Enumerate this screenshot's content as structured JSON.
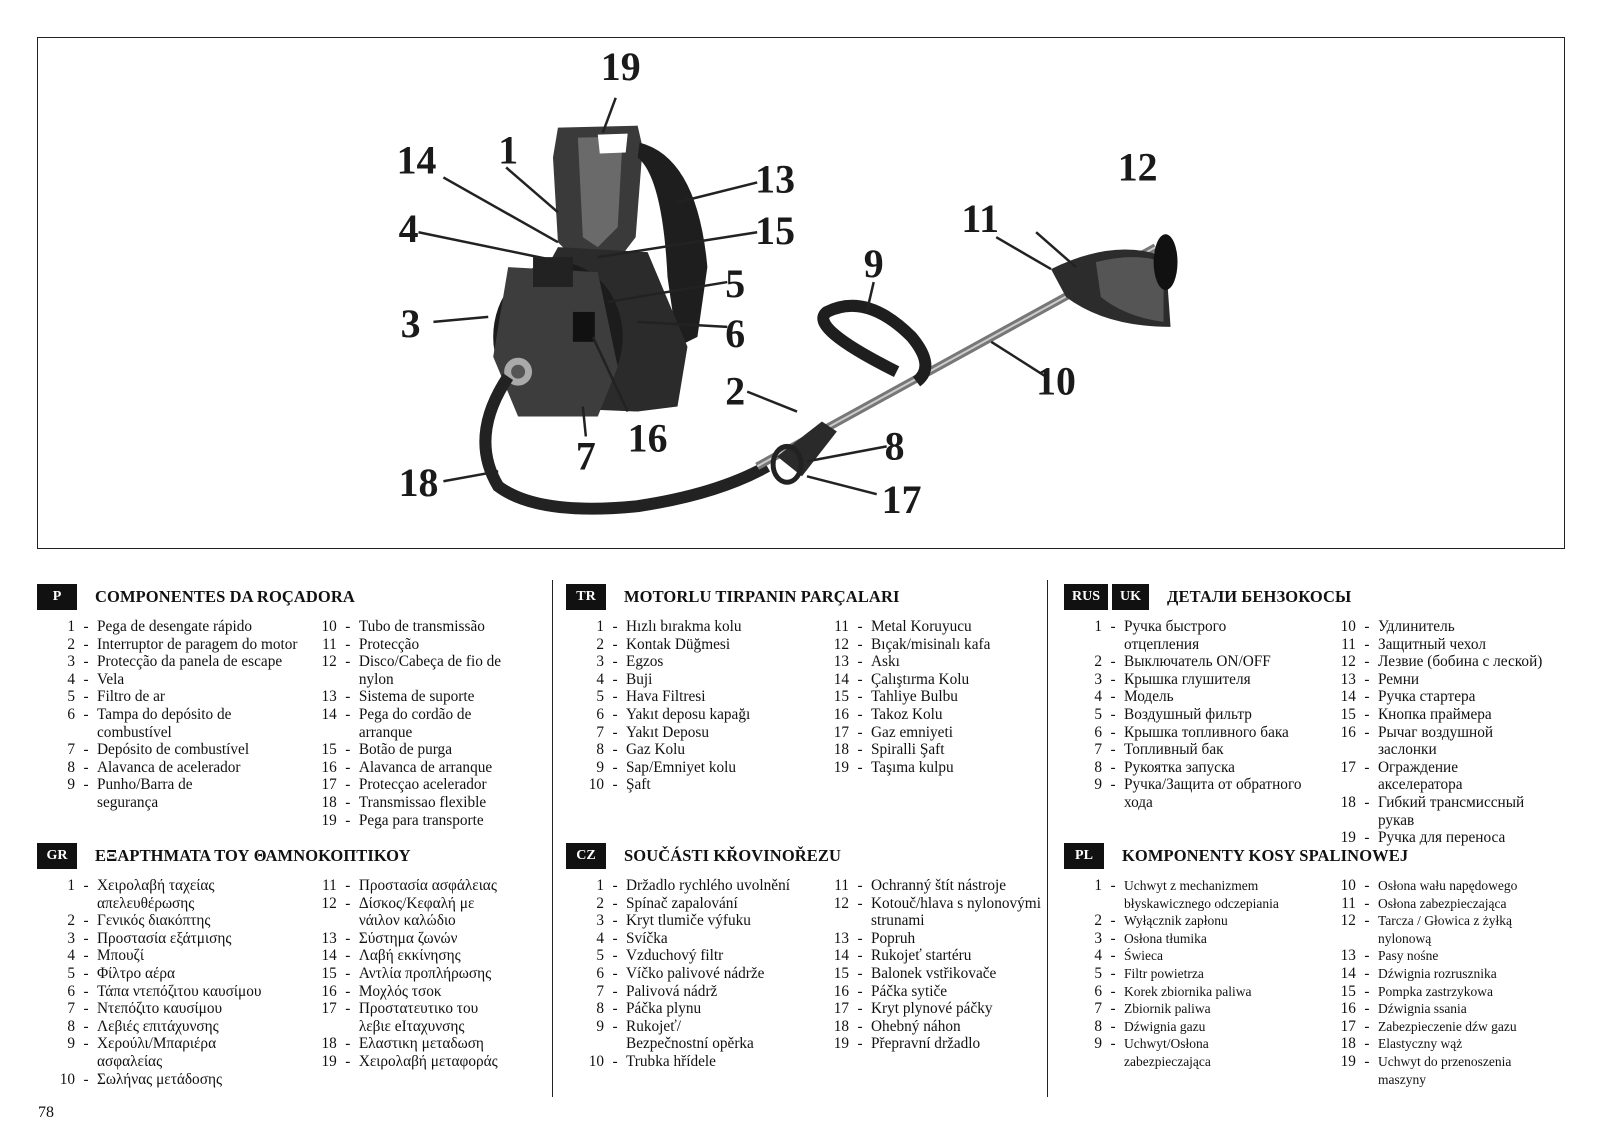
{
  "figure": {
    "callouts": [
      "19",
      "14",
      "1",
      "13",
      "12",
      "4",
      "15",
      "11",
      "9",
      "5",
      "3",
      "6",
      "10",
      "2",
      "16",
      "8",
      "7",
      "18",
      "17"
    ]
  },
  "sections": [
    {
      "id": "P",
      "tags": [
        "P"
      ],
      "title": "COMPONENTES DA ROÇADORA",
      "col1": [
        {
          "n": "1",
          "t": "Pega de desengate rápido"
        },
        {
          "n": "2",
          "t": "Interruptor de paragem do motor"
        },
        {
          "n": "3",
          "t": "Protecção da panela de escape"
        },
        {
          "n": "4",
          "t": "Vela"
        },
        {
          "n": "5",
          "t": "Filtro de ar"
        },
        {
          "n": "6",
          "t": "Tampa do depósito de combustível"
        },
        {
          "n": "7",
          "t": "Depósito de combustível"
        },
        {
          "n": "8",
          "t": "Alavanca de acelerador"
        },
        {
          "n": "9",
          "t": "Punho/Barra de\nsegurança"
        }
      ],
      "col2": [
        {
          "n": "10",
          "t": "Tubo de transmissão"
        },
        {
          "n": "11",
          "t": "Protecção"
        },
        {
          "n": "12",
          "t": "Disco/Cabeça de fio de\nnylon"
        },
        {
          "n": "13",
          "t": "Sistema de suporte"
        },
        {
          "n": "14",
          "t": "Pega do cordão de arranque"
        },
        {
          "n": "15",
          "t": "Botão de purga"
        },
        {
          "n": "16",
          "t": "Alavanca de arranque"
        },
        {
          "n": "17",
          "t": "Protecçao acelerador"
        },
        {
          "n": "18",
          "t": "Transmissao flexible"
        },
        {
          "n": "19",
          "t": "Pega para transporte"
        }
      ]
    },
    {
      "id": "TR",
      "tags": [
        "TR"
      ],
      "title": "MOTORLU TIRPANIN PARÇALARI",
      "col1": [
        {
          "n": "1",
          "t": "Hızlı bırakma kolu"
        },
        {
          "n": "2",
          "t": "Kontak Düğmesi"
        },
        {
          "n": "3",
          "t": "Egzos"
        },
        {
          "n": "4",
          "t": "Buji"
        },
        {
          "n": "5",
          "t": "Hava Filtresi"
        },
        {
          "n": "6",
          "t": "Yakıt deposu kapağı"
        },
        {
          "n": "7",
          "t": "Yakıt Deposu"
        },
        {
          "n": "8",
          "t": "Gaz Kolu"
        },
        {
          "n": "9",
          "t": "Sap/Emniyet kolu"
        },
        {
          "n": "10",
          "t": "Şaft"
        }
      ],
      "col2": [
        {
          "n": "11",
          "t": "Metal Koruyucu"
        },
        {
          "n": "12",
          "t": "Bıçak/misinalı kafa"
        },
        {
          "n": "13",
          "t": "Askı"
        },
        {
          "n": "14",
          "t": "Çalıştırma Kolu"
        },
        {
          "n": "15",
          "t": "Tahliye Bulbu"
        },
        {
          "n": "16",
          "t": "Takoz Kolu"
        },
        {
          "n": "17",
          "t": "Gaz emniyeti"
        },
        {
          "n": "18",
          "t": "Spiralli Şaft"
        },
        {
          "n": "19",
          "t": "Taşıma kulpu"
        }
      ]
    },
    {
      "id": "RUS",
      "tags": [
        "RUS",
        "UK"
      ],
      "title": "ДЕТАЛИ БЕНЗОКОСЫ",
      "col1": [
        {
          "n": "1",
          "t": "Ручка быстрого\nотцепления"
        },
        {
          "n": "2",
          "t": "Выключатель ON/OFF"
        },
        {
          "n": "3",
          "t": "Крышка глушителя"
        },
        {
          "n": "4",
          "t": "Модель"
        },
        {
          "n": "5",
          "t": "Воздушный фильтр"
        },
        {
          "n": "6",
          "t": "Крышка топливного бака"
        },
        {
          "n": "7",
          "t": "Топливный бак"
        },
        {
          "n": "8",
          "t": "Рукоятка запуска"
        },
        {
          "n": "9",
          "t": "Ручка/Защита от обратного\nхода"
        }
      ],
      "col2": [
        {
          "n": "10",
          "t": "Удлинитель"
        },
        {
          "n": "11",
          "t": "Защитный чехол"
        },
        {
          "n": "12",
          "t": "Лезвие (бобина с леской)"
        },
        {
          "n": "13",
          "t": "Ремни"
        },
        {
          "n": "14",
          "t": "Ручка стартера"
        },
        {
          "n": "15",
          "t": "Кнопка праймера"
        },
        {
          "n": "16",
          "t": "Рычаг воздушной заслонки"
        },
        {
          "n": "17",
          "t": "Ограждение акселератора"
        },
        {
          "n": "18",
          "t": "Гибкий трансмиссный\nрукав"
        },
        {
          "n": "19",
          "t": "Ручка для переноса"
        }
      ]
    },
    {
      "id": "GR",
      "tags": [
        "GR"
      ],
      "title": "ΕΞΑΡΤΗΜΑΤΑ ΤΟΥ ΘΑΜΝΟΚΟΠΤΙΚΟΥ",
      "col1": [
        {
          "n": "1",
          "t": "Χειρολαβή ταχείας\nαπελευθέρωσης"
        },
        {
          "n": "2",
          "t": "Γενικός διακόπτης"
        },
        {
          "n": "3",
          "t": "Προστασία εξάτμισης"
        },
        {
          "n": "4",
          "t": "Μπουζί"
        },
        {
          "n": "5",
          "t": "Φίλτρο αέρα"
        },
        {
          "n": "6",
          "t": "Τάπα ντεπόζιτου καυσίμου"
        },
        {
          "n": "7",
          "t": "Ντεπόζιτο καυσίμου"
        },
        {
          "n": "8",
          "t": "Λεβιές επιτάχυνσης"
        },
        {
          "n": "9",
          "t": "Χερούλι/Μπαριέρα\nασφαλείας"
        },
        {
          "n": "10",
          "t": "Σωλήνας μετάδοσης"
        }
      ],
      "col2": [
        {
          "n": "11",
          "t": "Προστασία ασφάλειας"
        },
        {
          "n": "12",
          "t": "Δίσκος/Κεφαλή με\nνάιλον καλώδιο"
        },
        {
          "n": "13",
          "t": "Σύστημα ζωνών"
        },
        {
          "n": "14",
          "t": "Λαβή εκκίνησης"
        },
        {
          "n": "15",
          "t": "Αντλία προπλήρωσης"
        },
        {
          "n": "16",
          "t": "Μοχλός τσοκ"
        },
        {
          "n": "17",
          "t": "Προστατευτικο του\nλεβιε eΙταχυνσης"
        },
        {
          "n": "18",
          "t": "Ελαστικη μεταδωση"
        },
        {
          "n": "19",
          "t": "Χειρολαβή μεταφοράς"
        }
      ]
    },
    {
      "id": "CZ",
      "tags": [
        "CZ"
      ],
      "title": "SOUČÁSTI KŘOVINOŘEZU",
      "col1": [
        {
          "n": "1",
          "t": "Držadlo rychlého uvolnění"
        },
        {
          "n": "2",
          "t": "Spínač zapalování"
        },
        {
          "n": "3",
          "t": "Kryt tlumiče výfuku"
        },
        {
          "n": "4",
          "t": "Svíčka"
        },
        {
          "n": "5",
          "t": "Vzduchový filtr"
        },
        {
          "n": "6",
          "t": "Víčko palivové nádrže"
        },
        {
          "n": "7",
          "t": "Palivová nádrž"
        },
        {
          "n": "8",
          "t": "Páčka plynu"
        },
        {
          "n": "9",
          "t": "Rukojeť/\nBezpečnostní opěrka"
        },
        {
          "n": "10",
          "t": "Trubka hřídele"
        }
      ],
      "col2": [
        {
          "n": "11",
          "t": "Ochranný štít nástroje"
        },
        {
          "n": "12",
          "t": "Kotouč/hlava s nylonovými\nstrunami"
        },
        {
          "n": "13",
          "t": "Popruh"
        },
        {
          "n": "14",
          "t": "Rukojeť startéru"
        },
        {
          "n": "15",
          "t": "Balonek vstřikovače"
        },
        {
          "n": "16",
          "t": "Páčka sytiče"
        },
        {
          "n": "17",
          "t": "Kryt plynové páčky"
        },
        {
          "n": "18",
          "t": "Ohebný náhon"
        },
        {
          "n": "19",
          "t": "Přepravní držadlo"
        }
      ]
    },
    {
      "id": "PL",
      "tags": [
        "PL"
      ],
      "title": "KOMPONENTY KOSY SPALINOWEJ",
      "col1": [
        {
          "n": "1",
          "t": "Uchwyt z mechanizmem\nbłyskawicznego odczepiania"
        },
        {
          "n": "2",
          "t": "Wyłącznik zapłonu"
        },
        {
          "n": "3",
          "t": "Osłona tłumika"
        },
        {
          "n": "4",
          "t": "Świeca"
        },
        {
          "n": "5",
          "t": "Filtr powietrza"
        },
        {
          "n": "6",
          "t": "Korek zbiornika paliwa"
        },
        {
          "n": "7",
          "t": "Zbiornik paliwa"
        },
        {
          "n": "8",
          "t": "Dźwignia gazu"
        },
        {
          "n": "9",
          "t": "Uchwyt/Osłona\nzabezpieczająca"
        }
      ],
      "col2": [
        {
          "n": "10",
          "t": "Osłona wału napędowego"
        },
        {
          "n": "11",
          "t": "Osłona zabezpieczająca"
        },
        {
          "n": "12",
          "t": "Tarcza / Głowica z żyłką\nnylonową"
        },
        {
          "n": "13",
          "t": "Pasy nośne"
        },
        {
          "n": "14",
          "t": "Dźwignia rozrusznika"
        },
        {
          "n": "15",
          "t": "Pompka zastrzykowa"
        },
        {
          "n": "16",
          "t": "Dźwignia ssania"
        },
        {
          "n": "17",
          "t": "Zabezpieczenie dźw gazu"
        },
        {
          "n": "18",
          "t": "Elastyczny wąż"
        },
        {
          "n": "19",
          "t": "Uchwyt do przenoszenia\nmaszyny"
        }
      ]
    }
  ],
  "page_number": "78"
}
